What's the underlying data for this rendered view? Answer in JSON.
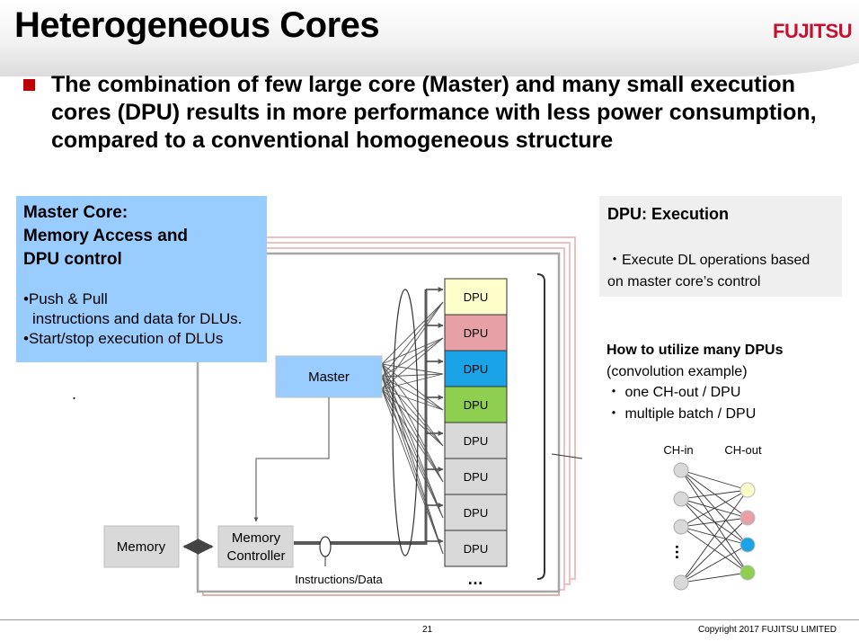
{
  "slide": {
    "title": "Heterogeneous Cores",
    "logo": "FUJITSU",
    "lead": "The combination of few large core (Master) and many small execution cores (DPU) results in more performance with less power consumption, compared to a conventional homogeneous structure",
    "page_number": "21",
    "copyright": "Copyright 2017 FUJITSU LIMITED"
  },
  "master_callout": {
    "heading_line1": "Master Core:",
    "heading_line2": "Memory Access and",
    "heading_line3": "DPU control",
    "item1_line1": "Push & Pull",
    "item1_line2": "instructions and data for DLUs.",
    "item2": "Start/stop execution of DLUs",
    "stray_mark": "."
  },
  "dpu_callout": {
    "heading": "DPU: Execution",
    "body_line1": "・Execute DL operations based",
    "body_line2": "on master core’s control"
  },
  "how_to": {
    "heading": "How to utilize many DPUs",
    "subheading": "(convolution example)",
    "item1": "・ one CH-out / DPU",
    "item2": "・ multiple batch / DPU"
  },
  "diagram": {
    "master_label": "Master",
    "memory_label": "Memory",
    "memctrl_line1": "Memory",
    "memctrl_line2": "Controller",
    "bus_label": "Instructions/Data",
    "dpu_label": "DPU",
    "ellipsis": "…",
    "dpu_colors": [
      "#ffffcc",
      "#e6a0a6",
      "#1aa3e6",
      "#8fcf50",
      "#d9d9d9",
      "#d9d9d9",
      "#d9d9d9",
      "#d9d9d9"
    ],
    "nn_in_label": "CH-in",
    "nn_out_label": "CH-out",
    "nn_ellipsis": "…",
    "nn_out_colors": [
      "#ffffcc",
      "#e6a0a6",
      "#1aa3e6",
      "#8fcf50"
    ]
  }
}
